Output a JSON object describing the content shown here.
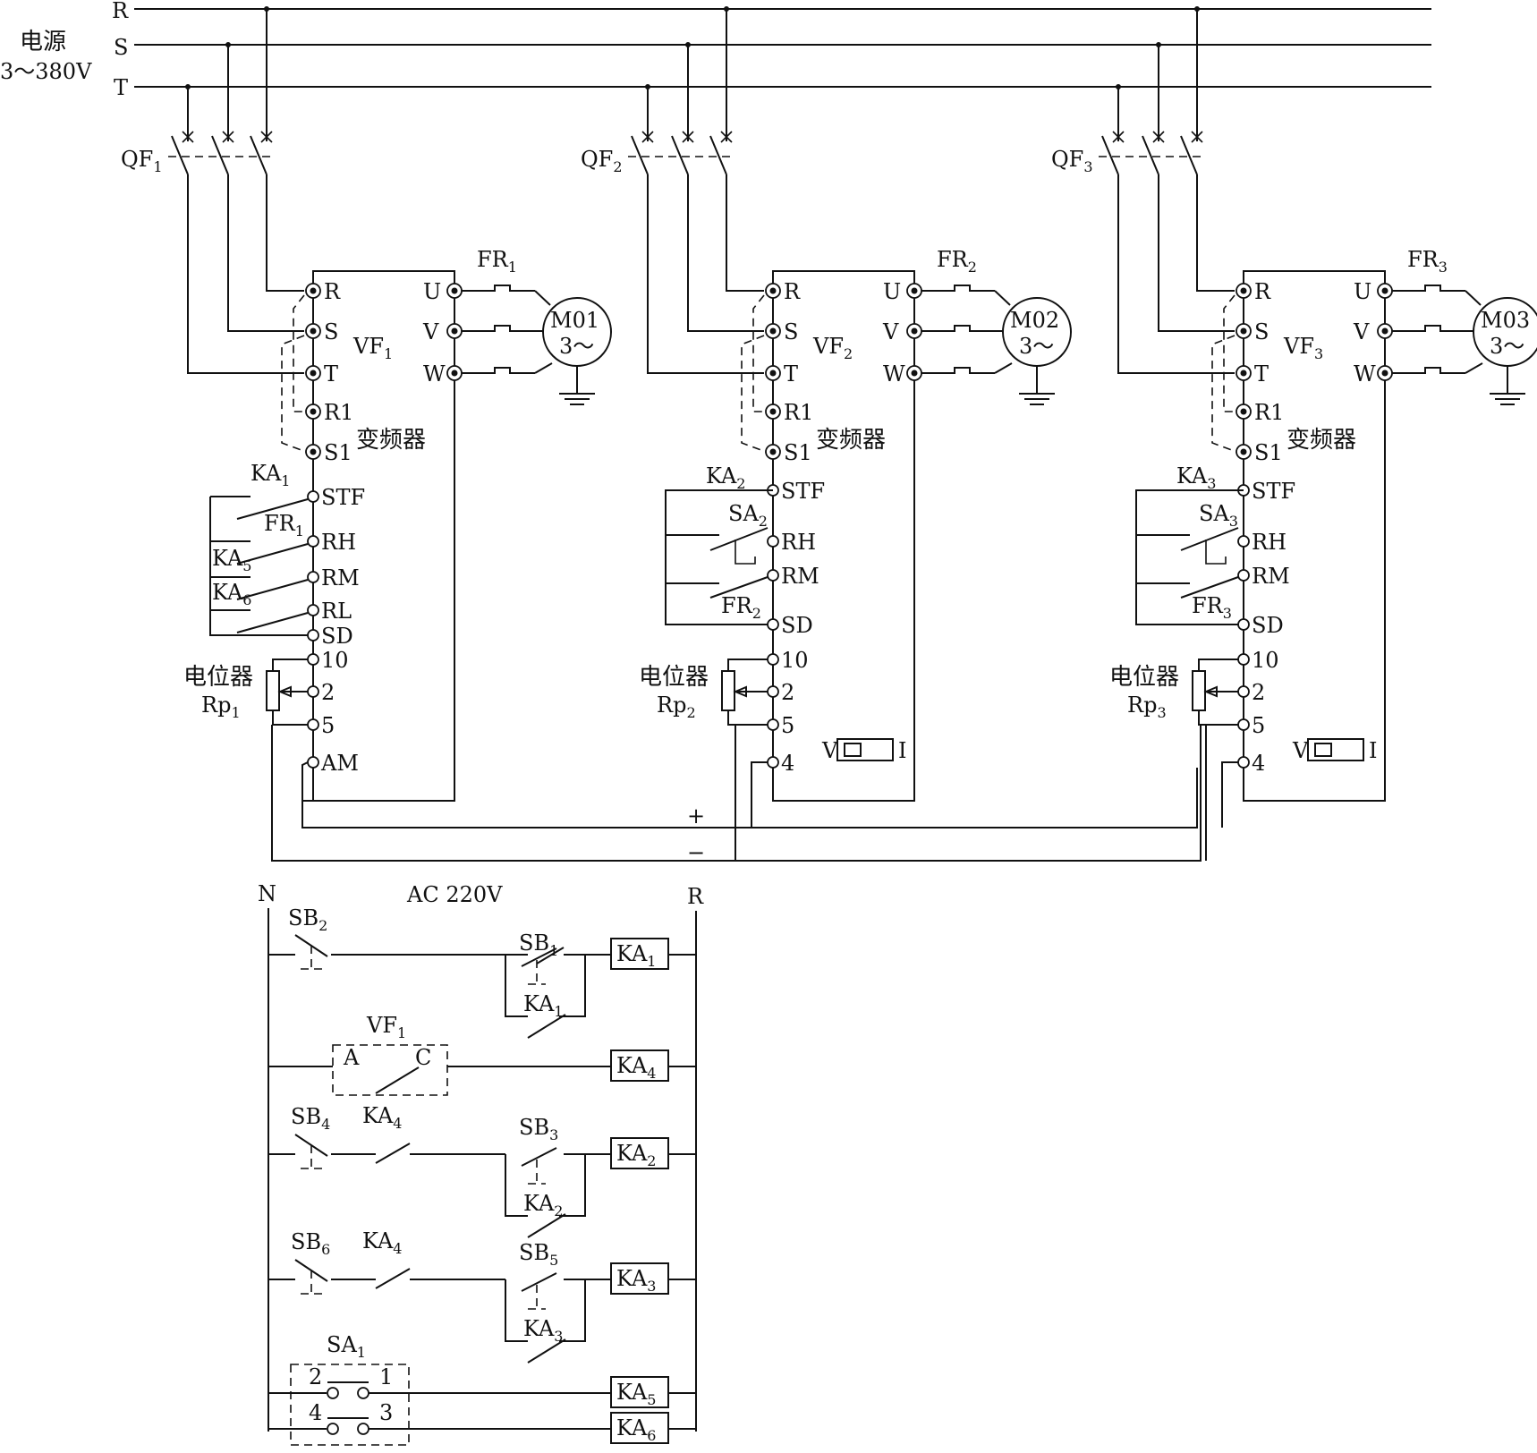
{
  "supply": {
    "title": "电源",
    "voltage": "3～380V",
    "phases": [
      "R",
      "S",
      "T"
    ]
  },
  "drives": [
    {
      "breaker": {
        "main": "QF",
        "sub": "1"
      },
      "vf": {
        "main": "VF",
        "sub": "1"
      },
      "relay": {
        "main": "FR",
        "sub": "1"
      },
      "motor": "M01",
      "motor_type": "3～",
      "inverter": "变频器",
      "pot_name": "电位器",
      "pot": {
        "main": "Rp",
        "sub": "1"
      },
      "terminals_in": [
        "R",
        "S",
        "T",
        "R1",
        "S1"
      ],
      "terminals_out": [
        "U",
        "V",
        "W"
      ],
      "control_terminals": [
        "STF",
        "RH",
        "RM",
        "RL",
        "SD",
        "10",
        "2",
        "5",
        "AM"
      ],
      "contacts": [
        {
          "main": "KA",
          "sub": "1"
        },
        {
          "main": "FR",
          "sub": "1"
        },
        {
          "main": "KA",
          "sub": "5"
        },
        {
          "main": "KA",
          "sub": "6"
        }
      ]
    },
    {
      "breaker": {
        "main": "QF",
        "sub": "2"
      },
      "vf": {
        "main": "VF",
        "sub": "2"
      },
      "relay": {
        "main": "FR",
        "sub": "2"
      },
      "motor": "M02",
      "motor_type": "3～",
      "inverter": "变频器",
      "pot_name": "电位器",
      "pot": {
        "main": "Rp",
        "sub": "2"
      },
      "terminals_in": [
        "R",
        "S",
        "T",
        "R1",
        "S1"
      ],
      "terminals_out": [
        "U",
        "V",
        "W"
      ],
      "control_terminals": [
        "STF",
        "RH",
        "RM",
        "SD",
        "10",
        "2",
        "5",
        "4"
      ],
      "contacts": [
        {
          "main": "KA",
          "sub": "2"
        },
        {
          "main": "SA",
          "sub": "2"
        },
        {
          "main": "FR",
          "sub": "2"
        }
      ],
      "switch": {
        "left": "V",
        "right": "I"
      }
    },
    {
      "breaker": {
        "main": "QF",
        "sub": "3"
      },
      "vf": {
        "main": "VF",
        "sub": "3"
      },
      "relay": {
        "main": "FR",
        "sub": "3"
      },
      "motor": "M03",
      "motor_type": "3～",
      "inverter": "变频器",
      "pot_name": "电位器",
      "pot": {
        "main": "Rp",
        "sub": "3"
      },
      "terminals_in": [
        "R",
        "S",
        "T",
        "R1",
        "S1"
      ],
      "terminals_out": [
        "U",
        "V",
        "W"
      ],
      "control_terminals": [
        "STF",
        "RH",
        "RM",
        "SD",
        "10",
        "2",
        "5",
        "4"
      ],
      "contacts": [
        {
          "main": "KA",
          "sub": "3"
        },
        {
          "main": "SA",
          "sub": "3"
        },
        {
          "main": "FR",
          "sub": "3"
        }
      ],
      "switch": {
        "left": "V",
        "right": "I"
      }
    }
  ],
  "signal_bus": {
    "plus": "+",
    "minus": "−"
  },
  "control": {
    "left_rail": "N",
    "right_rail": "R",
    "supply": "AC 220V",
    "sb2": {
      "main": "SB",
      "sub": "2"
    },
    "sb1": {
      "main": "SB",
      "sub": "1"
    },
    "ka1": {
      "main": "KA",
      "sub": "1"
    },
    "vf1": {
      "main": "VF",
      "sub": "1"
    },
    "a": "A",
    "c": "C",
    "ka4": {
      "main": "KA",
      "sub": "4"
    },
    "sb4": {
      "main": "SB",
      "sub": "4"
    },
    "sb3": {
      "main": "SB",
      "sub": "3"
    },
    "ka2": {
      "main": "KA",
      "sub": "2"
    },
    "sb6": {
      "main": "SB",
      "sub": "6"
    },
    "sb5": {
      "main": "SB",
      "sub": "5"
    },
    "ka3": {
      "main": "KA",
      "sub": "3"
    },
    "sa1": {
      "main": "SA",
      "sub": "1"
    },
    "pos1": "1",
    "pos2": "2",
    "pos3": "3",
    "pos4": "4",
    "ka5": {
      "main": "KA",
      "sub": "5"
    },
    "ka6": {
      "main": "KA",
      "sub": "6"
    }
  }
}
